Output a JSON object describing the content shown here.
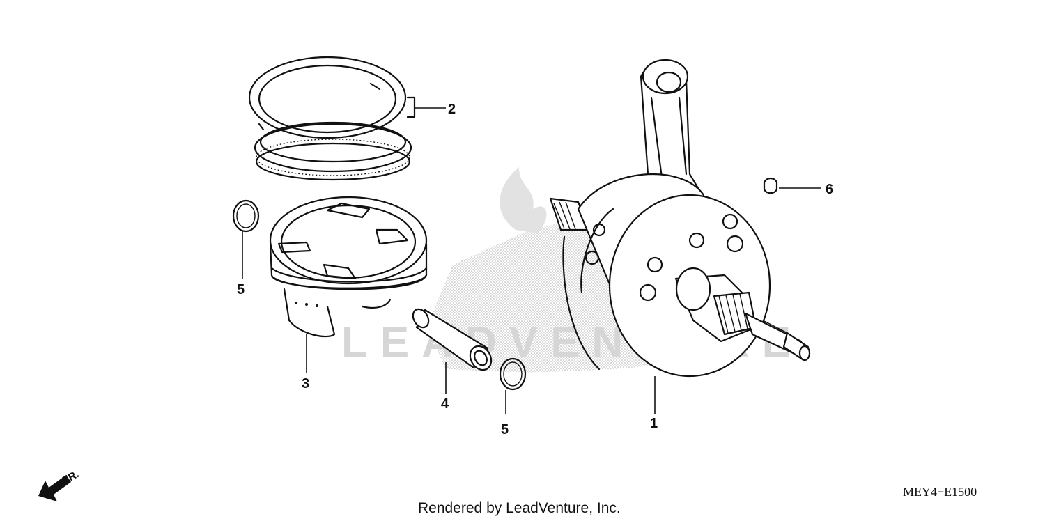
{
  "callouts": {
    "c1": "1",
    "c2": "2",
    "c3": "3",
    "c4": "4",
    "c5a": "5",
    "c5b": "5",
    "c6": "6"
  },
  "front_arrow_label": "FR.",
  "diagram_code": "MEY4−E1500",
  "credit": "Rendered by LeadVenture, Inc.",
  "watermark": "LEADVENTURE",
  "colors": {
    "ink": "#111111",
    "watermark": "#d6d6d6",
    "background": "#ffffff"
  },
  "parts": [
    {
      "ref": "1",
      "part": "crankshaft-connecting-rod"
    },
    {
      "ref": "2",
      "part": "piston-ring-set"
    },
    {
      "ref": "3",
      "part": "piston"
    },
    {
      "ref": "4",
      "part": "piston-pin"
    },
    {
      "ref": "5",
      "part": "piston-pin-clip"
    },
    {
      "ref": "6",
      "part": "woodruff-key"
    }
  ]
}
